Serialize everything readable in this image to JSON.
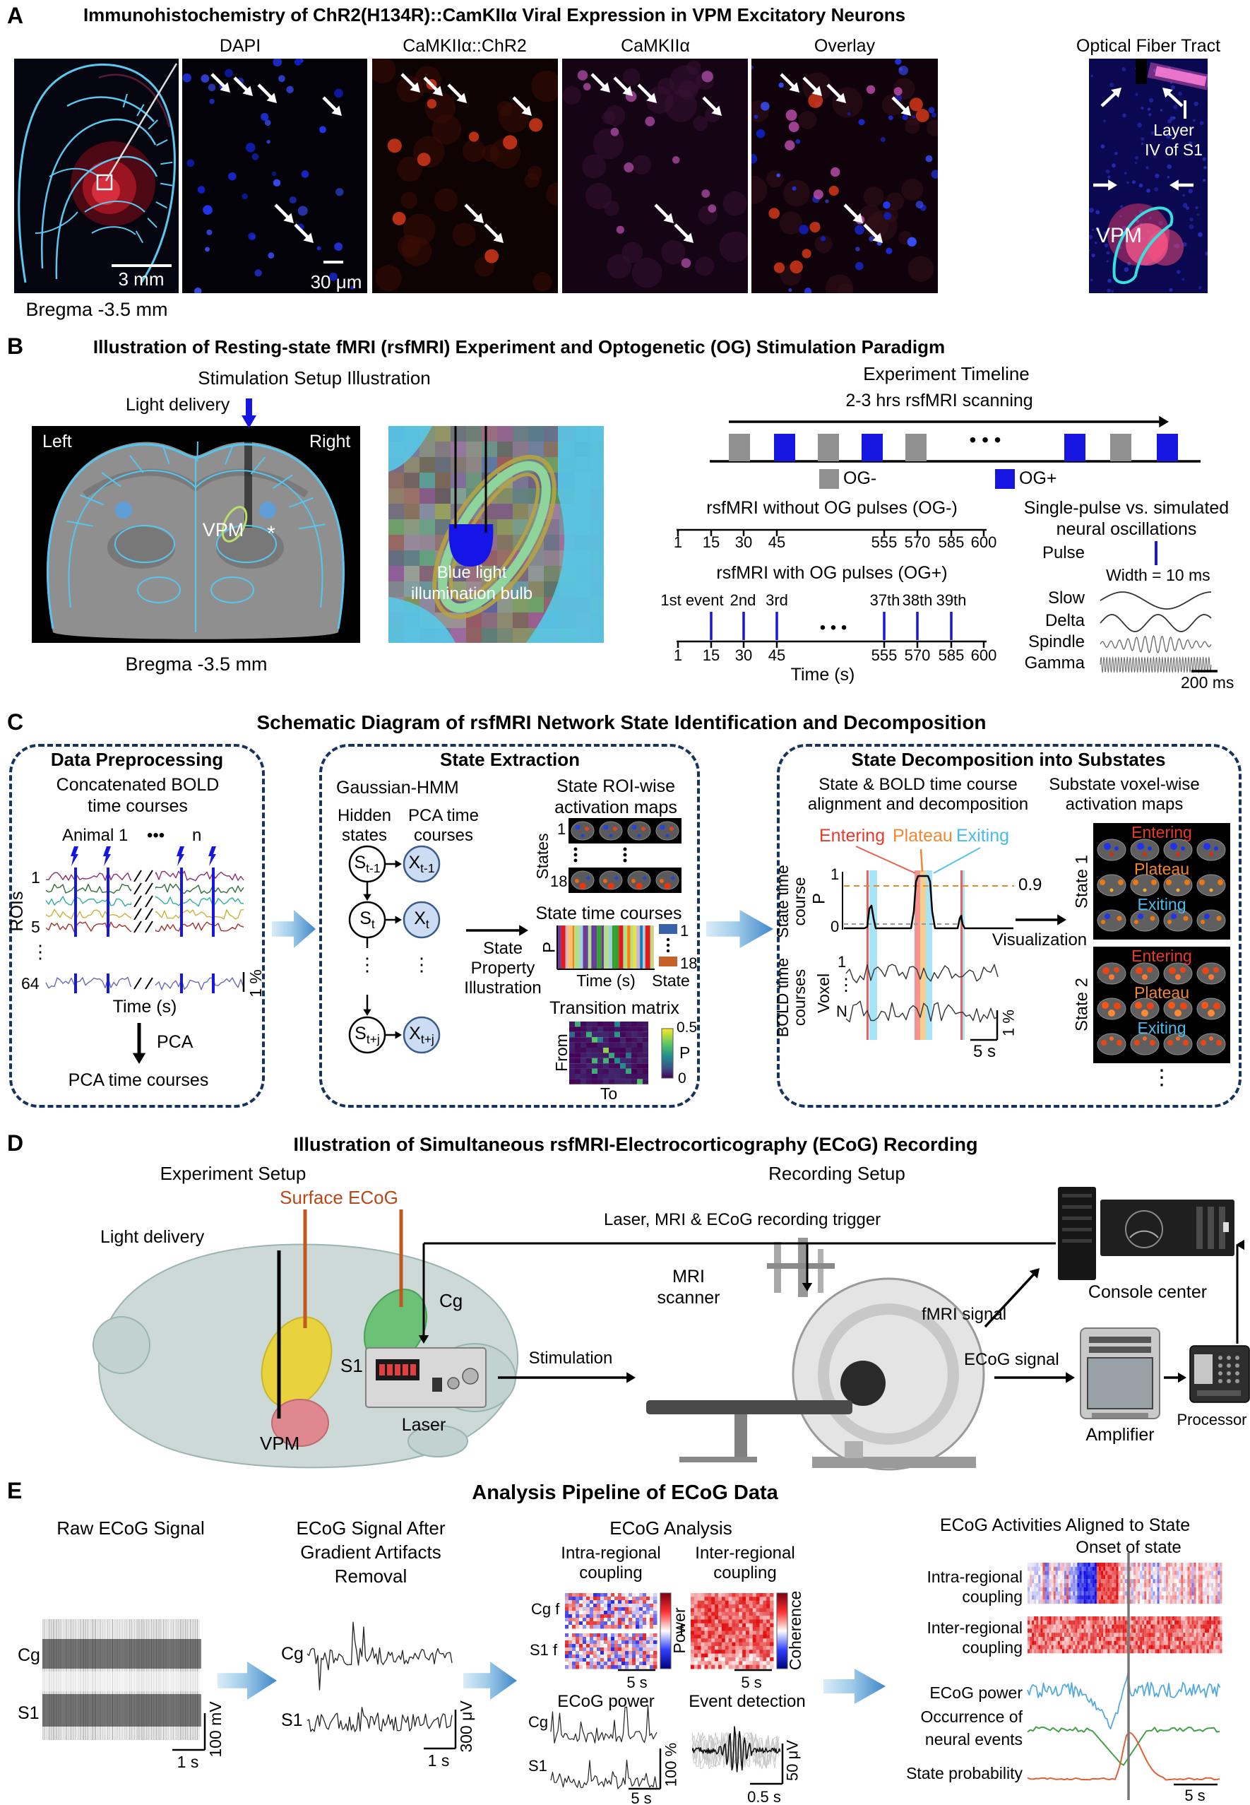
{
  "colors": {
    "og_blue": "#1616e0",
    "og_gray": "#909090",
    "entering": "#e8392b",
    "plateau": "#ef8733",
    "exiting": "#47bbea",
    "surface_ecog": "#b5491a",
    "dash_border": "#16335e"
  },
  "A": {
    "letter": "A",
    "title": "Immunohistochemistry of ChR2(H134R)::CamKIIα Viral Expression in VPM Excitatory Neurons",
    "labels": [
      "DAPI",
      "CaMKIIα::ChR2",
      "CaMKIIα",
      "Overlay",
      "Optical Fiber Tract"
    ],
    "scale3mm": "3 mm",
    "bregma": "Bregma -3.5 mm",
    "scale30um": "30 μm",
    "layer1": "Layer",
    "layer2": "IV of S1",
    "vpm": "VPM"
  },
  "B": {
    "letter": "B",
    "title": "Illustration of Resting-state fMRI (rsfMRI) Experiment and Optogenetic (OG) Stimulation Paradigm",
    "stim_title": "Stimulation Setup Illustration",
    "light": "Light delivery",
    "left": "Left",
    "right": "Right",
    "vpm": "VPM",
    "star": "*",
    "bulb1": "Blue light",
    "bulb2": "illumination bulb",
    "bregma": "Bregma -3.5 mm",
    "tl_title": "Experiment Timeline",
    "tl_sub": "2-3 hrs rsfMRI scanning",
    "og_minus": "OG-",
    "og_plus": "OG+",
    "blocks": [
      "gray",
      "blue",
      "gray",
      "blue",
      "gray",
      "blue",
      "gray",
      "blue"
    ],
    "tl_dots": "• • •",
    "no_pulse_title": "rsfMRI without OG pulses (OG-)",
    "with_pulse_title": "rsfMRI with OG pulses (OG+)",
    "ticks": [
      "1",
      "15",
      "30",
      "45",
      "555",
      "570",
      "585",
      "600"
    ],
    "events": [
      "1st event",
      "2nd",
      "3rd",
      "37th",
      "38th",
      "39th"
    ],
    "axis_dots": "• • •",
    "time": "Time (s)",
    "sp1": "Single-pulse vs. simulated",
    "sp2": "neural oscillations",
    "pulse": "Pulse",
    "width": "Width = 10 ms",
    "waves": [
      "Slow",
      "Delta",
      "Spindle",
      "Gamma"
    ],
    "scale200": "200 ms"
  },
  "C": {
    "letter": "C",
    "title": "Schematic Diagram of rsfMRI Network State Identification and Decomposition",
    "box1": {
      "title": "Data Preprocessing",
      "sub1": "Concatenated BOLD",
      "sub2": "time courses",
      "animal": "Animal 1",
      "dots": "•••",
      "n": "n",
      "rois": "ROIs",
      "r1": "1",
      "r5": "5",
      "vdots": "⋮",
      "r64": "64",
      "time": "Time (s)",
      "pct": "1 %",
      "pca": "PCA",
      "out": "PCA time courses"
    },
    "box2": {
      "title": "State Extraction",
      "ghmm": "Gaussian-HMM",
      "hidden1": "Hidden",
      "hidden2": "states",
      "pcat1": "PCA time",
      "pcat2": "courses",
      "nodes": [
        {
          "s": "S",
          "sub": "t-1"
        },
        {
          "s": "S",
          "sub": "t"
        },
        {
          "s": "S",
          "sub": "t+j"
        }
      ],
      "xnodes": [
        {
          "s": "X",
          "sub": "t-1"
        },
        {
          "s": "X",
          "sub": "t"
        },
        {
          "s": "X",
          "sub": "t+j"
        }
      ],
      "vdots": "⋮",
      "maps1": "State ROI-wise",
      "maps2": "activation maps",
      "states": "States",
      "s1": "1",
      "s18": "18",
      "prop1": "State",
      "prop2": "Property",
      "prop3": "Illustration",
      "stc": "State time courses",
      "p": "P",
      "time": "Time (s)",
      "leg1": "1",
      "leg18": "18",
      "state": "State",
      "tm": "Transition matrix",
      "from": "From",
      "to": "To",
      "cb_hi": "0.5",
      "cb_lo": "0",
      "cb_p": "P"
    },
    "box3": {
      "title": "State Decomposition into Substates",
      "sub1": "State & BOLD time course",
      "sub2": "alignment and decomposition",
      "right1": "Substate voxel-wise",
      "right2": "activation maps",
      "entering": "Entering",
      "plateau": "Plateau",
      "exiting": "Exiting",
      "one": "1",
      "zero": "0",
      "thr": "0.9",
      "p": "P",
      "ylab1": "State time course",
      "ylab2": "BOLD time courses",
      "voxel": "Voxel",
      "v1": "1",
      "vdots": "⋮",
      "vN": "N",
      "pct": "1 %",
      "sec": "5 s",
      "vis": "Visualization",
      "state1": "State 1",
      "state2": "State 2",
      "bdots": "⋮"
    }
  },
  "D": {
    "letter": "D",
    "title": "Illustration of Simultaneous rsfMRI-Electrocorticography (ECoG) Recording",
    "exp": "Experiment Setup",
    "rec": "Recording Setup",
    "surface": "Surface ECoG",
    "light": "Light delivery",
    "cg": "Cg",
    "s1": "S1",
    "vpm": "VPM",
    "trigger": "Laser, MRI & ECoG recording trigger",
    "mri1": "MRI",
    "mri2": "scanner",
    "stim": "Stimulation",
    "laser": "Laser",
    "console": "Console center",
    "fmri": "fMRI signal",
    "ecog": "ECoG signal",
    "amp": "Amplifier",
    "proc": "Processor"
  },
  "E": {
    "letter": "E",
    "title": "Analysis Pipeline of ECoG Data",
    "s1": {
      "title": "Raw ECoG Signal",
      "cg": "Cg",
      "s1": "S1",
      "sec": "1 s",
      "mv": "100 mV"
    },
    "s2": {
      "l1": "ECoG Signal After",
      "l2": "Gradient Artifacts",
      "l3": "Removal",
      "cg": "Cg",
      "s1": "S1",
      "sec": "1 s",
      "uv": "300 μV"
    },
    "s3": {
      "title": "ECoG Analysis",
      "intra1": "Intra-regional",
      "intra2": "coupling",
      "cgf": "Cg f",
      "s1f": "S1 f",
      "power": "Power",
      "sec": "5 s",
      "inter1": "Inter-regional",
      "inter2": "coupling",
      "f": "f",
      "coh": "Coherence",
      "ep": "ECoG power",
      "cg": "Cg",
      "s1": "S1",
      "pct": "100 %",
      "ed": "Event detection",
      "uv": "50 μV",
      "halfsec": "0.5 s"
    },
    "s4": {
      "title": "ECoG Activities Aligned to State",
      "onset": "Onset of state",
      "r1a": "Intra-regional",
      "r1b": "coupling",
      "r2a": "Inter-regional",
      "r2b": "coupling",
      "r3": "ECoG power",
      "r4a": "Occurrence of",
      "r4b": "neural events",
      "r5": "State probability",
      "sec": "5 s"
    }
  }
}
